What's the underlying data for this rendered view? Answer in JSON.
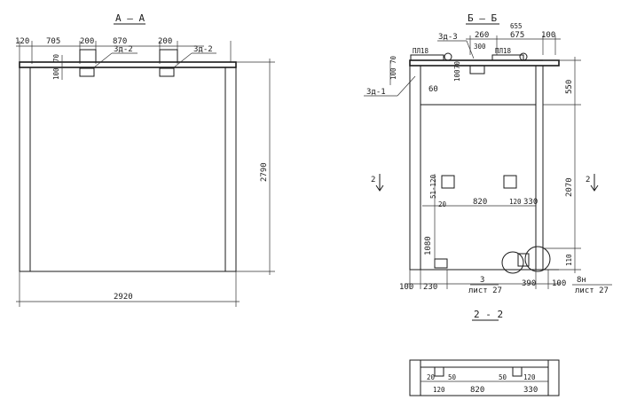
{
  "sections": {
    "aa": {
      "title": "А — А",
      "dims_top": [
        "120",
        "705",
        "200",
        "870",
        "200"
      ],
      "dim_right": "2790",
      "dim_bottom": "2920",
      "dims_left_small": [
        "100",
        "70"
      ],
      "tag_zd2_left": "3д-2",
      "tag_zd2_right": "3д-2"
    },
    "bb": {
      "title": "Б — Б",
      "top_note": "655",
      "dims_top": [
        "260",
        "675",
        "100"
      ],
      "note_300": "300",
      "tag_zd3": "3д-3",
      "tag_zd1": "3д-1",
      "pl_left": "ПЛ18",
      "pl_right": "ПЛ18",
      "dims_left_top": [
        "100",
        "70"
      ],
      "dims_mid_small": [
        "100",
        "70"
      ],
      "dim_60": "60",
      "dims_right": [
        "550",
        "2070",
        "110"
      ],
      "dim_inner_left": [
        "1080",
        "51-120"
      ],
      "dim_mid": "820",
      "dims_mid_right": [
        "120",
        "330"
      ],
      "dim_20": "20",
      "dims_bottom": [
        "100",
        "230",
        "390",
        "100"
      ],
      "ref_left_num": "3",
      "ref_left_sheet": "лист 27",
      "ref_right_num": "8н",
      "ref_right_sheet": "лист 27",
      "cut_left": "2",
      "cut_right": "2"
    },
    "gg": {
      "title": "2 - 2",
      "dims": [
        "20",
        "50",
        "820",
        "50",
        "120",
        "120",
        "330"
      ]
    }
  }
}
